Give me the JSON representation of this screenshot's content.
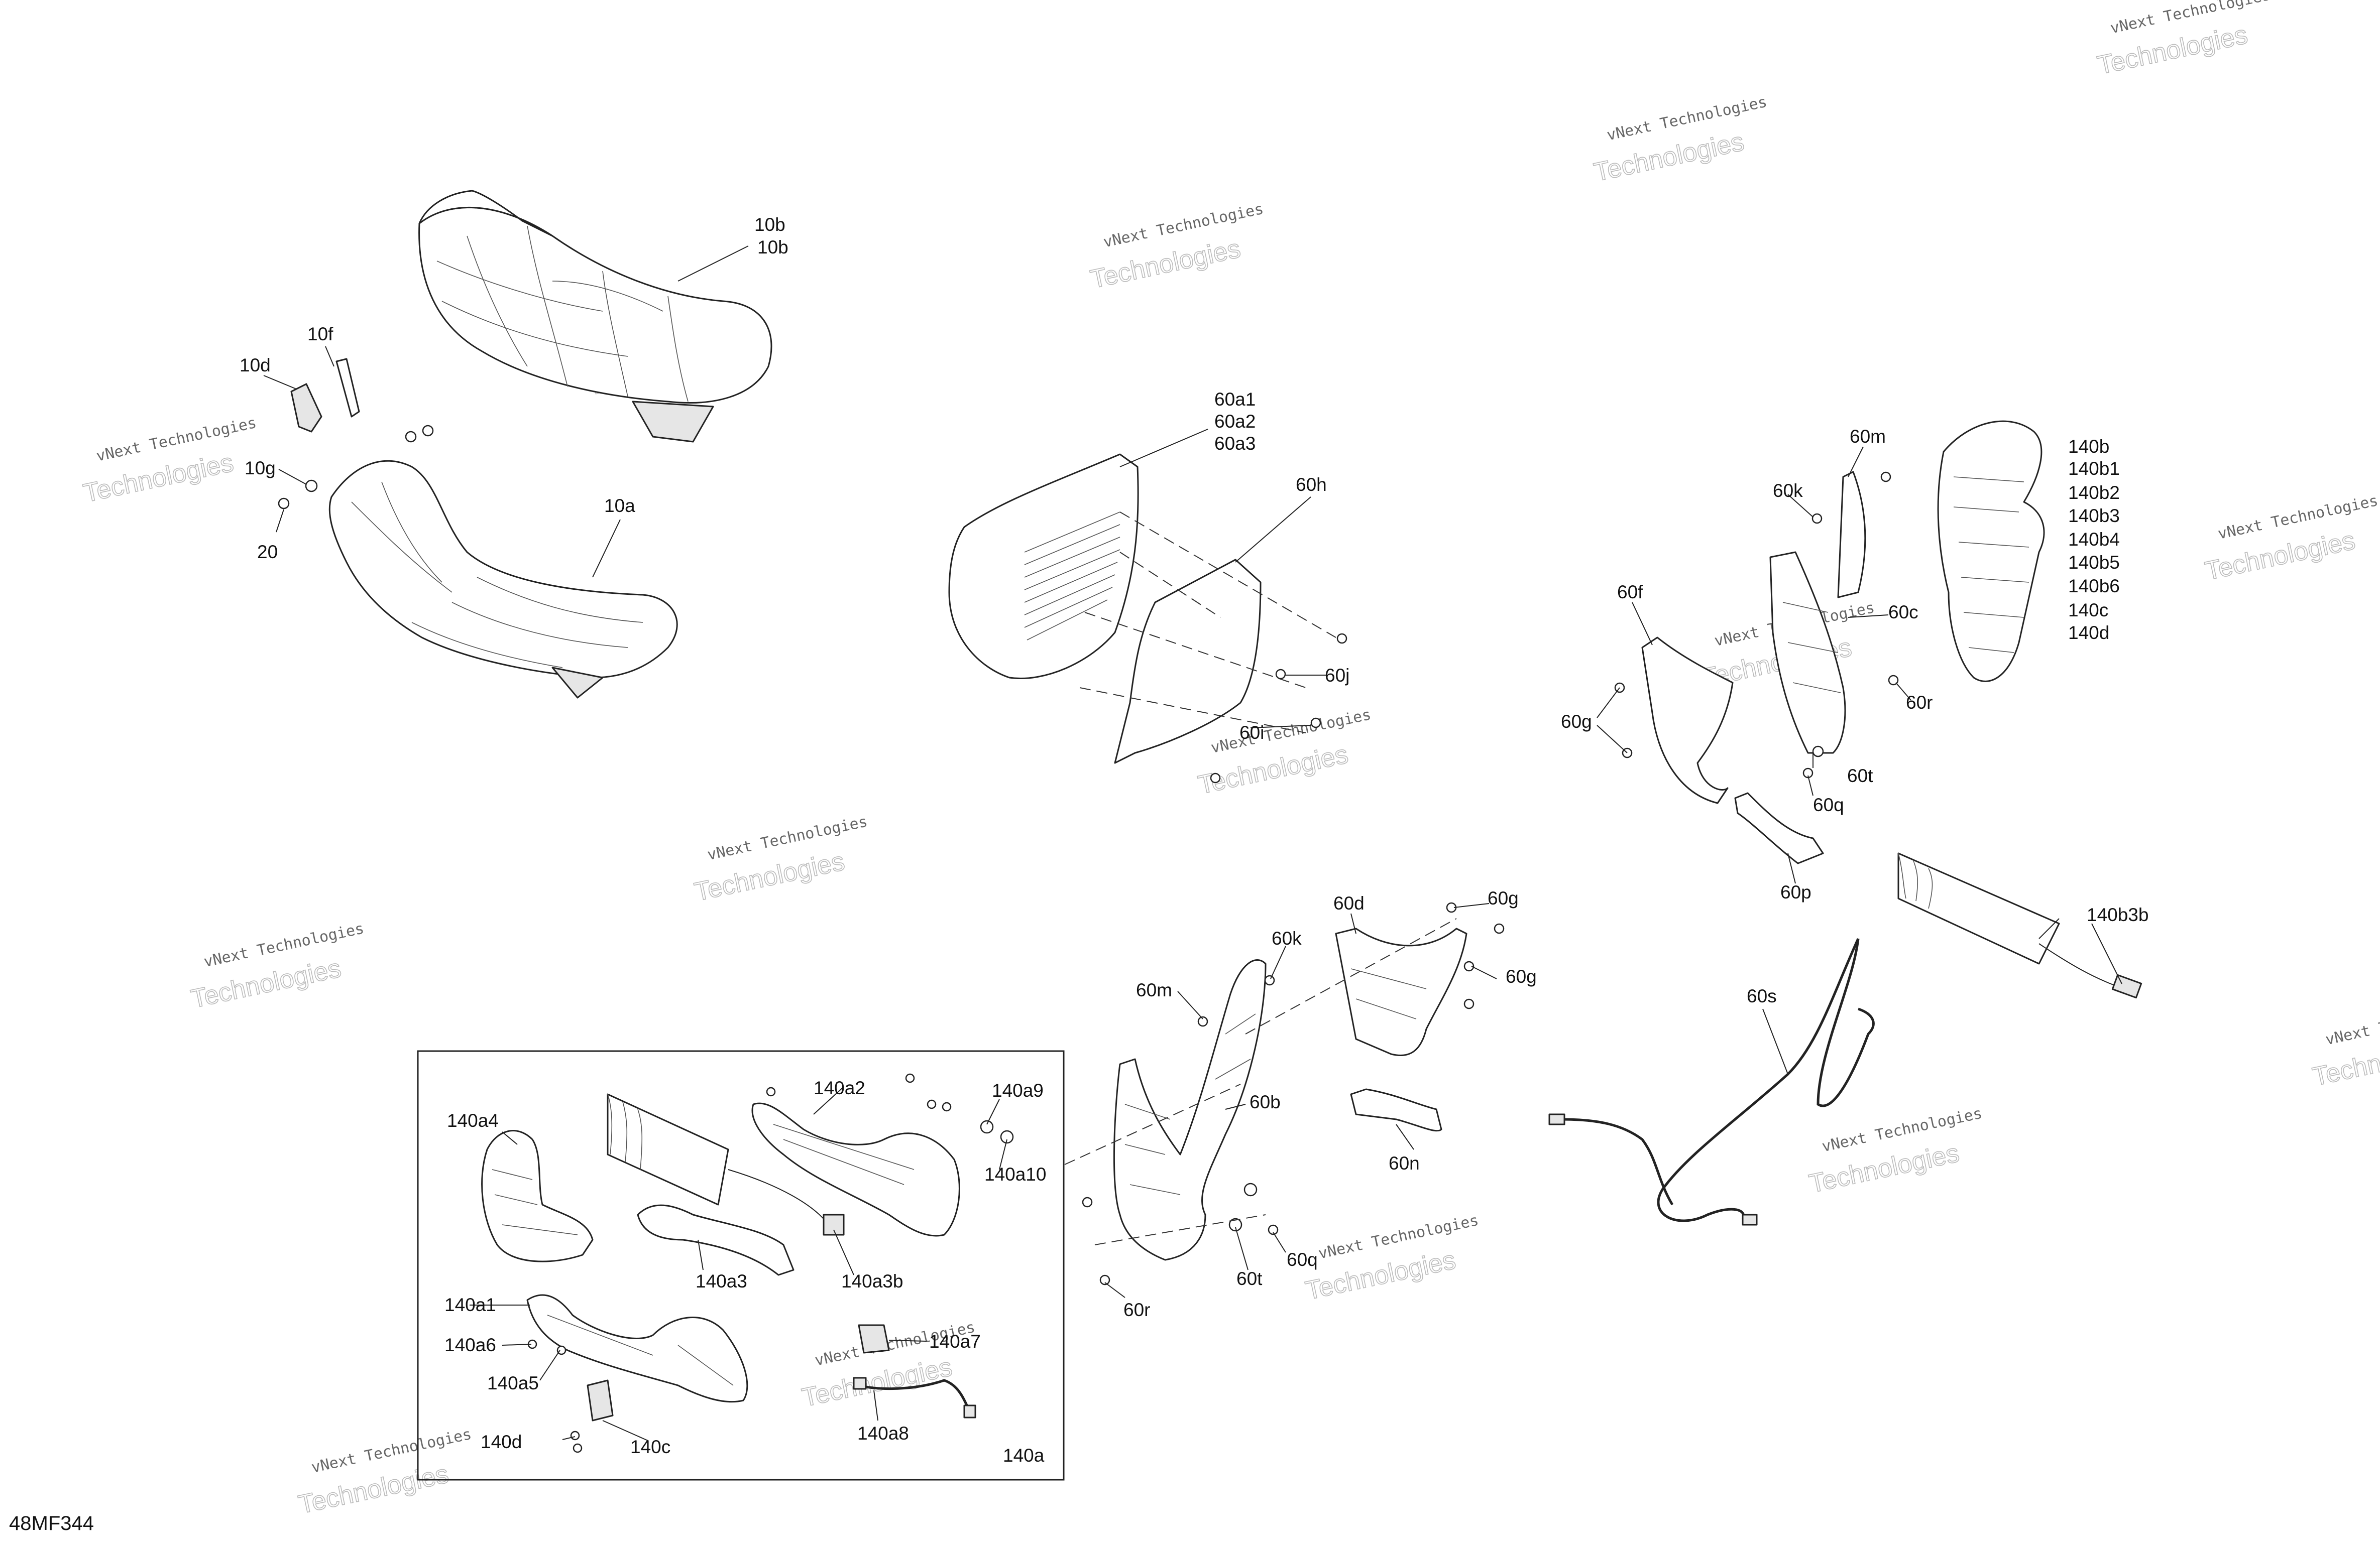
{
  "diagram_code": "48MF344",
  "watermark": {
    "line1": "vNext Technologies",
    "line2": "Technologies"
  },
  "callouts": {
    "c10b": "10b",
    "c10b_2": "10b",
    "c10f": "10f",
    "c10d": "10d",
    "c10g": "10g",
    "c20": "20",
    "c10a": "10a",
    "c60a1": "60a1",
    "c60a2": "60a2",
    "c60a3": "60a3",
    "c60h": "60h",
    "c60j": "60j",
    "c60i": "60i",
    "c60m_top": "60m",
    "c60k_top": "60k",
    "c60f": "60f",
    "c60c": "60c",
    "c60r_top": "60r",
    "c60g_left": "60g",
    "c60t_top": "60t",
    "c60q_top": "60q",
    "c60p": "60p",
    "c140b": "140b",
    "c140b1": "140b1",
    "c140b2": "140b2",
    "c140b3": "140b3",
    "c140b4": "140b4",
    "c140b5": "140b5",
    "c140b6": "140b6",
    "c140c_r": "140c",
    "c140d_r": "140d",
    "c140b3b": "140b3b",
    "c60s": "60s",
    "c60d": "60d",
    "c60g_1": "60g",
    "c60g_2": "60g",
    "c60k_mid": "60k",
    "c60m_mid": "60m",
    "c60b": "60b",
    "c60n": "60n",
    "c60q_mid": "60q",
    "c60t_mid": "60t",
    "c60r_mid": "60r",
    "c140a4": "140a4",
    "c140a2": "140a2",
    "c140a9": "140a9",
    "c140a10": "140a10",
    "c140a3": "140a3",
    "c140a3b": "140a3b",
    "c140a1": "140a1",
    "c140a6": "140a6",
    "c140a5": "140a5",
    "c140a7": "140a7",
    "c140a8": "140a8",
    "c140d_box": "140d",
    "c140c_box": "140c",
    "c140a": "140a"
  }
}
